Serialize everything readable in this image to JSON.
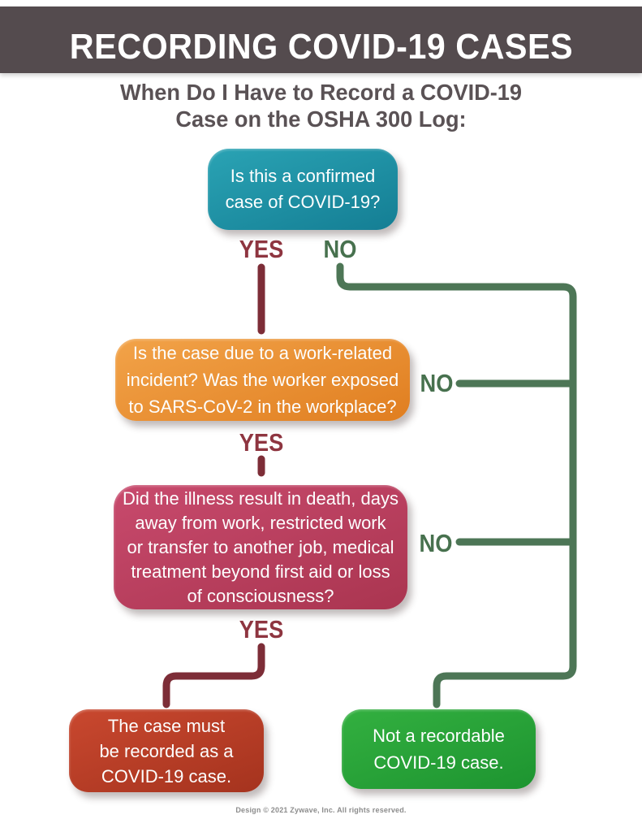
{
  "header": {
    "title": "RECORDING COVID-19 CASES"
  },
  "subtitle": {
    "lines": [
      "When Do I Have to Record a COVID-19",
      "Case on the OSHA 300 Log:"
    ]
  },
  "flow": {
    "labels": {
      "yes": "YES",
      "no": "NO"
    },
    "q1": {
      "lines": [
        "Is this a confirmed",
        "case of COVID-19?"
      ]
    },
    "q2": {
      "lines": [
        "Is the case due to a work-related",
        "incident? Was the worker exposed",
        "to SARS-CoV-2 in the workplace?"
      ]
    },
    "q3": {
      "lines": [
        "Did the illness result in death, days",
        "away from work, restricted work",
        "or transfer to another job, medical",
        "treatment beyond first aid or loss",
        "of consciousness?"
      ]
    },
    "result_record": {
      "lines": [
        "The case must",
        "be recorded as a",
        "COVID-19 case."
      ]
    },
    "result_not_recordable": {
      "lines": [
        "Not a recordable",
        "COVID-19 case."
      ]
    }
  },
  "colors": {
    "header_bg": "#544b4e",
    "subtitle_text": "#5a5255",
    "teal_box": "#1f91a4",
    "orange_box": "#ec9435",
    "pink_box": "#bc4161",
    "red_box": "#b93e28",
    "green_box": "#28a337",
    "yes_label": "#8e3540",
    "no_label": "#47714e",
    "yes_line": "#7d2d37",
    "no_line": "#4d7656",
    "box_text": "#ffffff",
    "footer_text": "#8c8c8c"
  },
  "footer": {
    "text": "Design © 2021 Zywave, Inc. All rights reserved."
  }
}
